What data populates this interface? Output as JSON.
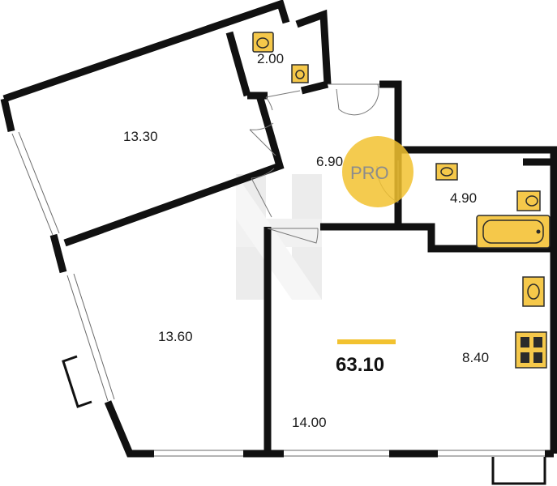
{
  "colors": {
    "wall": "#111111",
    "fixture_fill": "#f5c84a",
    "fixture_stroke": "#2b2b2b",
    "badge": "#f2c230",
    "accent_bar": "#f2c230",
    "watermark": "#b9b9b9"
  },
  "rooms": [
    {
      "id": "bedroom-top",
      "area": "13.30"
    },
    {
      "id": "wc-small",
      "area": "2.00"
    },
    {
      "id": "hallway",
      "area": "6.90"
    },
    {
      "id": "bathroom",
      "area": "4.90"
    },
    {
      "id": "bedroom-bottom",
      "area": "13.60"
    },
    {
      "id": "living-room",
      "area": "14.00"
    },
    {
      "id": "kitchen",
      "area": "8.40"
    }
  ],
  "total_area": "63.10",
  "badge": {
    "text": "PRO"
  },
  "icons": [
    "toilet-icon",
    "sink-icon",
    "bathtub-icon",
    "stove-icon",
    "logo-watermark"
  ]
}
